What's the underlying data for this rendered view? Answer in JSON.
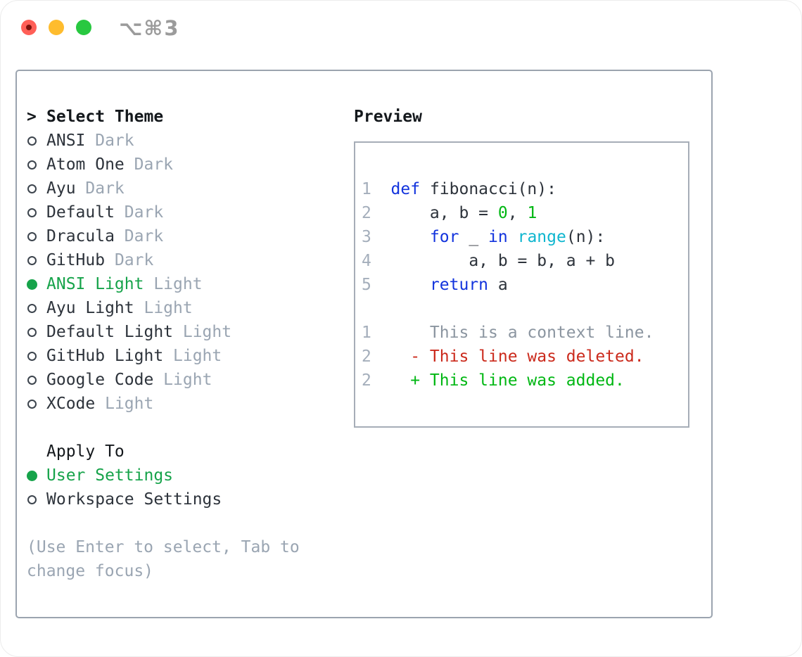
{
  "window": {
    "shortcut": "⌥⌘3",
    "traffic_lights": [
      "close",
      "minimize",
      "zoom"
    ]
  },
  "theme_selector": {
    "prompt": ">",
    "title": "Select Theme",
    "items": [
      {
        "label": "ANSI",
        "variant": "Dark",
        "selected": false
      },
      {
        "label": "Atom One",
        "variant": "Dark",
        "selected": false
      },
      {
        "label": "Ayu",
        "variant": "Dark",
        "selected": false
      },
      {
        "label": "Default",
        "variant": "Dark",
        "selected": false
      },
      {
        "label": "Dracula",
        "variant": "Dark",
        "selected": false
      },
      {
        "label": "GitHub",
        "variant": "Dark",
        "selected": false
      },
      {
        "label": "ANSI Light",
        "variant": "Light",
        "selected": true
      },
      {
        "label": "Ayu Light",
        "variant": "Light",
        "selected": false
      },
      {
        "label": "Default Light",
        "variant": "Light",
        "selected": false
      },
      {
        "label": "GitHub Light",
        "variant": "Light",
        "selected": false
      },
      {
        "label": "Google Code",
        "variant": "Light",
        "selected": false
      },
      {
        "label": "XCode",
        "variant": "Light",
        "selected": false
      }
    ]
  },
  "apply_to": {
    "title": "Apply To",
    "options": [
      {
        "label": "User Settings",
        "selected": true
      },
      {
        "label": "Workspace Settings",
        "selected": false
      }
    ]
  },
  "help_text": [
    "(Use Enter to select, Tab to",
    "change focus)"
  ],
  "preview": {
    "title": "Preview",
    "code_lines": [
      {
        "number": "1",
        "tokens": [
          {
            "t": "def",
            "c": "kw"
          },
          {
            "t": " fibonacci(n):",
            "c": "fg"
          }
        ]
      },
      {
        "number": "2",
        "tokens": [
          {
            "t": "    a, b = ",
            "c": "fg"
          },
          {
            "t": "0",
            "c": "num"
          },
          {
            "t": ", ",
            "c": "fg"
          },
          {
            "t": "1",
            "c": "num"
          }
        ]
      },
      {
        "number": "3",
        "tokens": [
          {
            "t": "    ",
            "c": "fg"
          },
          {
            "t": "for",
            "c": "kw"
          },
          {
            "t": " _ ",
            "c": "fg"
          },
          {
            "t": "in",
            "c": "kw"
          },
          {
            "t": " ",
            "c": "fg"
          },
          {
            "t": "range",
            "c": "fn"
          },
          {
            "t": "(n):",
            "c": "fg"
          }
        ]
      },
      {
        "number": "4",
        "tokens": [
          {
            "t": "        a, b = b, a + b",
            "c": "fg"
          }
        ]
      },
      {
        "number": "5",
        "tokens": [
          {
            "t": "    ",
            "c": "fg"
          },
          {
            "t": "return",
            "c": "kw"
          },
          {
            "t": " a",
            "c": "fg"
          }
        ]
      }
    ],
    "diff_lines": [
      {
        "number": "1",
        "kind": "context",
        "text": "    This is a context line."
      },
      {
        "number": "2",
        "kind": "deleted",
        "text": "  - This line was deleted."
      },
      {
        "number": "2",
        "kind": "added",
        "text": "  + This line was added."
      }
    ]
  },
  "colors": {
    "heading": "#14181c",
    "fg": "#2d333b",
    "muted": "#9aa5b2",
    "lnum": "#a4aebb",
    "diff_context": "#8b95a0",
    "kw_blue": "#1233dd",
    "fn_cyan": "#0fb6cf",
    "code_green": "#00b713",
    "diff_red": "#cb2a1c",
    "ui_green": "#16a34a",
    "circle_border": "#3c444d",
    "panel_border": "#9ba4af",
    "preview_border": "#a6adb7",
    "light_red": "#ff5f57",
    "light_red_dot": "#7c120c",
    "light_yellow": "#febc2e",
    "light_green": "#28c840",
    "shortcut_gray": "#9b9b9b"
  }
}
